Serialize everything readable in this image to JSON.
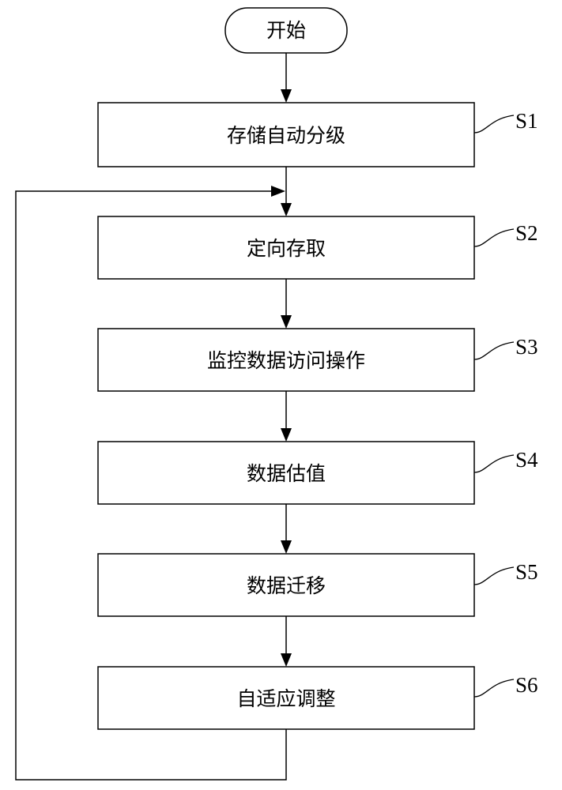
{
  "diagram": {
    "start_label": "开始",
    "steps": [
      {
        "id": "S1",
        "label": "存储自动分级"
      },
      {
        "id": "S2",
        "label": "定向存取"
      },
      {
        "id": "S3",
        "label": "监控数据访问操作"
      },
      {
        "id": "S4",
        "label": "数据估值"
      },
      {
        "id": "S5",
        "label": "数据迁移"
      },
      {
        "id": "S6",
        "label": "自适应调整"
      }
    ]
  }
}
